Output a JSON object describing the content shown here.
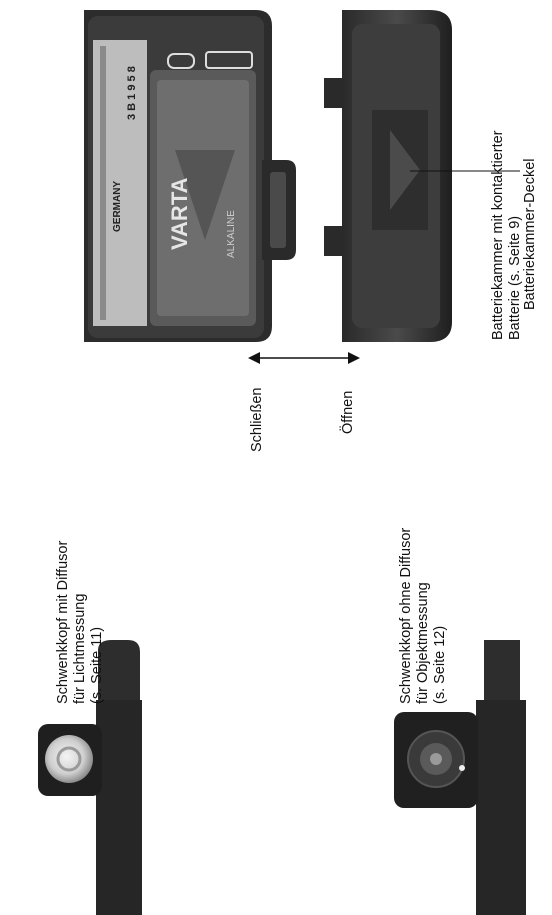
{
  "battery_chamber": {
    "caption_line1": "Batteriekammer mit kontaktierter",
    "caption_line2": "Batterie (s. Seite 9)",
    "label_country": "GERMANY",
    "label_code": "3 B 1 9 5 8",
    "brand": "VARTA",
    "sub_1": "ALKALINE"
  },
  "battery_lid": {
    "label": "Batteriekammer-Deckel"
  },
  "directions": {
    "close": "Schließen",
    "open": "Öffnen"
  },
  "head_diffusor": {
    "line1": "Schwenkkopf mit Diffusor",
    "line2": "für Lichtmessung",
    "line3": "(s. Seite 11)"
  },
  "head_object": {
    "line1": "Schwenkkopf ohne Diffusor",
    "line2": "für Objektmessung",
    "line3": "(s. Seite 12)"
  }
}
